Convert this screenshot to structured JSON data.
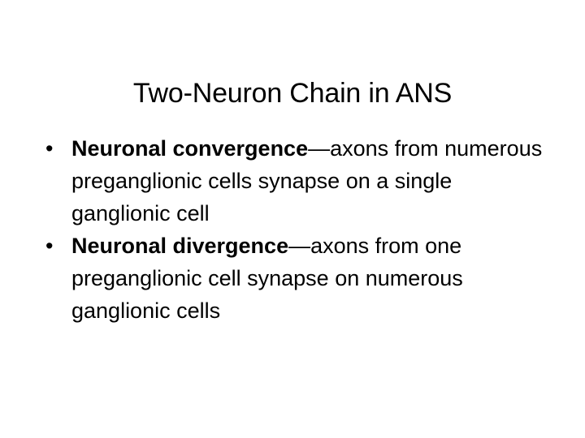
{
  "slide": {
    "title": "Two-Neuron Chain in ANS",
    "background_color": "#ffffff",
    "text_color": "#000000",
    "bullet_glyph": "•",
    "bullets": [
      {
        "lead_term": "Neuronal convergence",
        "separator": "—",
        "rest": "axons from numerous preganglionic cells synapse on a single ganglionic cell"
      },
      {
        "lead_term": "Neuronal divergence",
        "separator": "—",
        "rest": "axons from one preganglionic cell synapse on numerous ganglionic cells"
      }
    ]
  }
}
